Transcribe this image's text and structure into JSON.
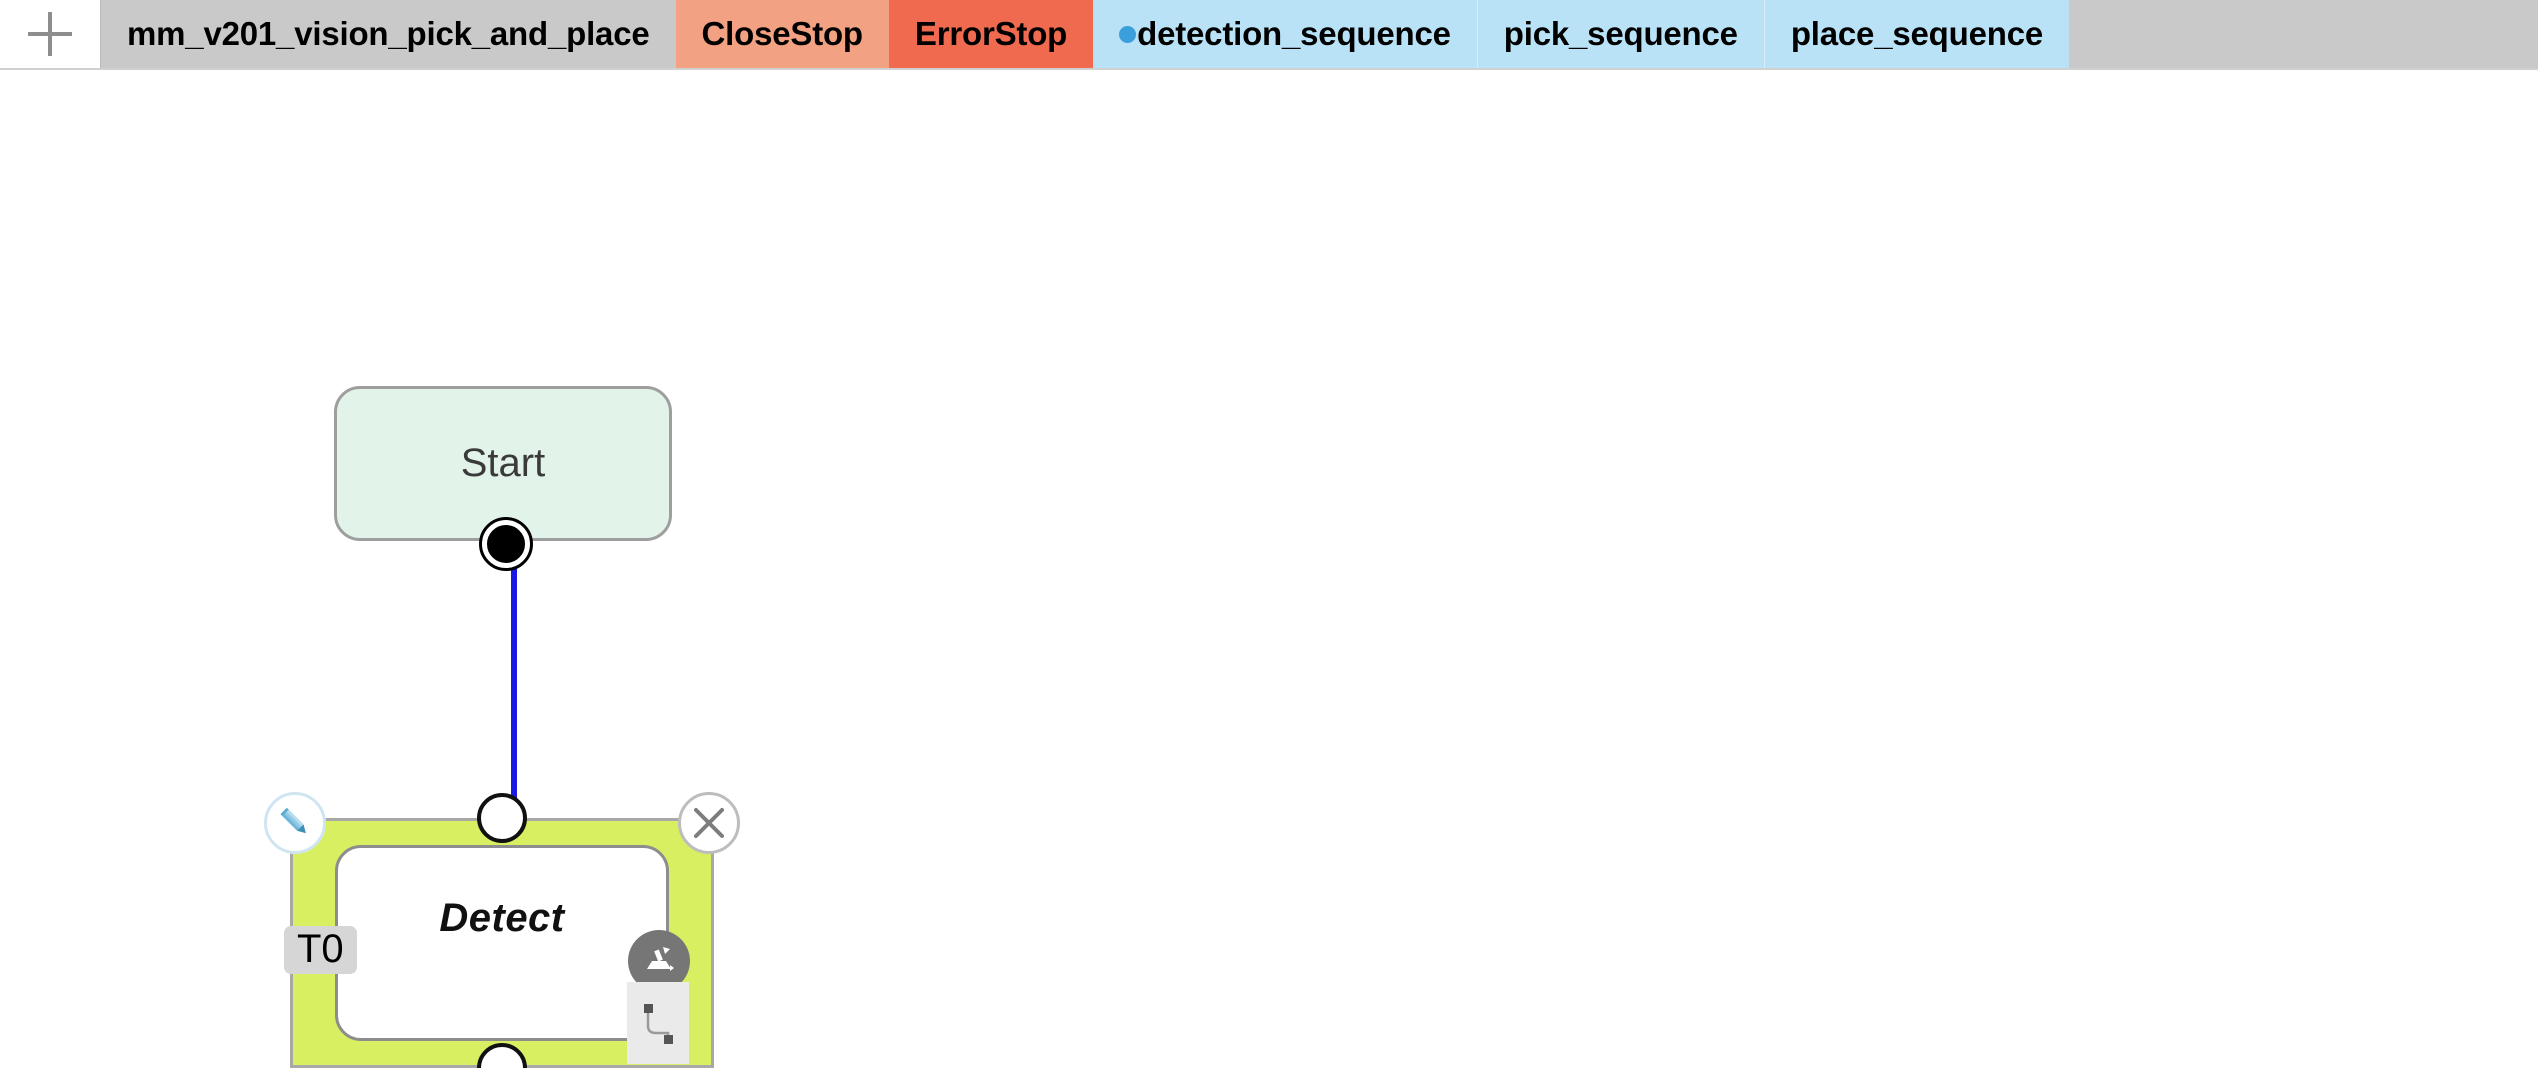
{
  "tabbar": {
    "add_tab": {
      "label": "",
      "icon": "plus-icon"
    },
    "tabs": [
      {
        "label": "mm_v201_vision_pick_and_place",
        "kind": "project",
        "color": "#c9c9c9",
        "active": false,
        "dot": false
      },
      {
        "label": "CloseStop",
        "kind": "stop",
        "color": "#f2a183",
        "active": false,
        "dot": false
      },
      {
        "label": "ErrorStop",
        "kind": "stop",
        "color": "#ef6a4e",
        "active": false,
        "dot": false
      },
      {
        "label": "detection_sequence",
        "kind": "sequence",
        "color": "#b9e2f7",
        "active": true,
        "dot": true,
        "dot_color": "#3b9fdb"
      },
      {
        "label": "pick_sequence",
        "kind": "sequence",
        "color": "#b9e2f7",
        "active": false,
        "dot": false
      },
      {
        "label": "place_sequence",
        "kind": "sequence",
        "color": "#b9e2f7",
        "active": false,
        "dot": false
      }
    ]
  },
  "canvas": {
    "background": "#ffffff",
    "nodes": [
      {
        "id": "start",
        "label": "Start",
        "fill": "#e2f4ea",
        "border": "#9e9e9e",
        "shape": "rounded-rect",
        "ports": {
          "out": "filled"
        }
      },
      {
        "id": "detect",
        "label": "Detect",
        "badge": "T0",
        "outer_fill": "#d9ef62",
        "inner_fill": "#ffffff",
        "border": "#8d8d8d",
        "selected": true,
        "ports": {
          "in": "open",
          "out": "open"
        },
        "actions": [
          {
            "name": "edit",
            "icon": "pencil-icon",
            "tint": "#4ba3cc"
          },
          {
            "name": "close",
            "icon": "close-icon",
            "tint": "#7d7d7d"
          },
          {
            "name": "robot",
            "icon": "robot-arm-icon",
            "tint": "#767676"
          },
          {
            "name": "path",
            "icon": "path-waypoints-icon",
            "tint": "#8a8a8a"
          }
        ]
      }
    ],
    "connections": [
      {
        "from": "start.out",
        "to": "detect.in",
        "color": "#1717e6",
        "style": "solid",
        "arrow": "end"
      }
    ]
  }
}
